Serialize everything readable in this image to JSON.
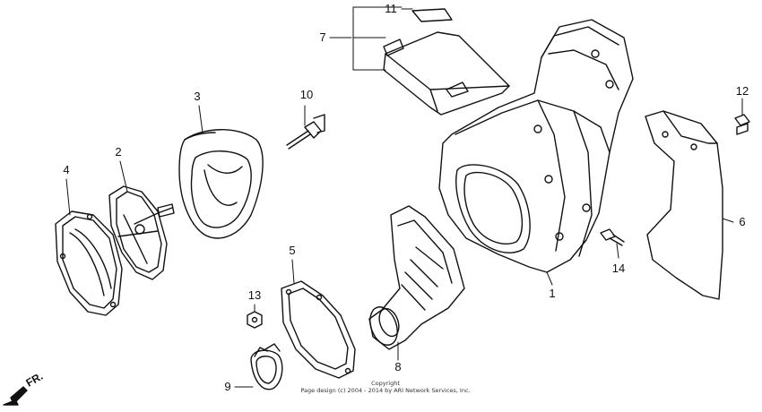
{
  "diagram": {
    "direction_label": "FR.",
    "copyright_line1": "Copyright",
    "copyright_line2": "Page design (c) 2004 - 2014 by ARI Network Services, Inc.",
    "callouts": [
      {
        "id": "c1",
        "label": "1"
      },
      {
        "id": "c2",
        "label": "2"
      },
      {
        "id": "c3",
        "label": "3"
      },
      {
        "id": "c4",
        "label": "4"
      },
      {
        "id": "c5",
        "label": "5"
      },
      {
        "id": "c6",
        "label": "6"
      },
      {
        "id": "c7",
        "label": "7"
      },
      {
        "id": "c8",
        "label": "8"
      },
      {
        "id": "c9",
        "label": "9"
      },
      {
        "id": "c10",
        "label": "10"
      },
      {
        "id": "c11",
        "label": "11"
      },
      {
        "id": "c12",
        "label": "12"
      },
      {
        "id": "c13",
        "label": "13"
      },
      {
        "id": "c14",
        "label": "14"
      }
    ]
  }
}
